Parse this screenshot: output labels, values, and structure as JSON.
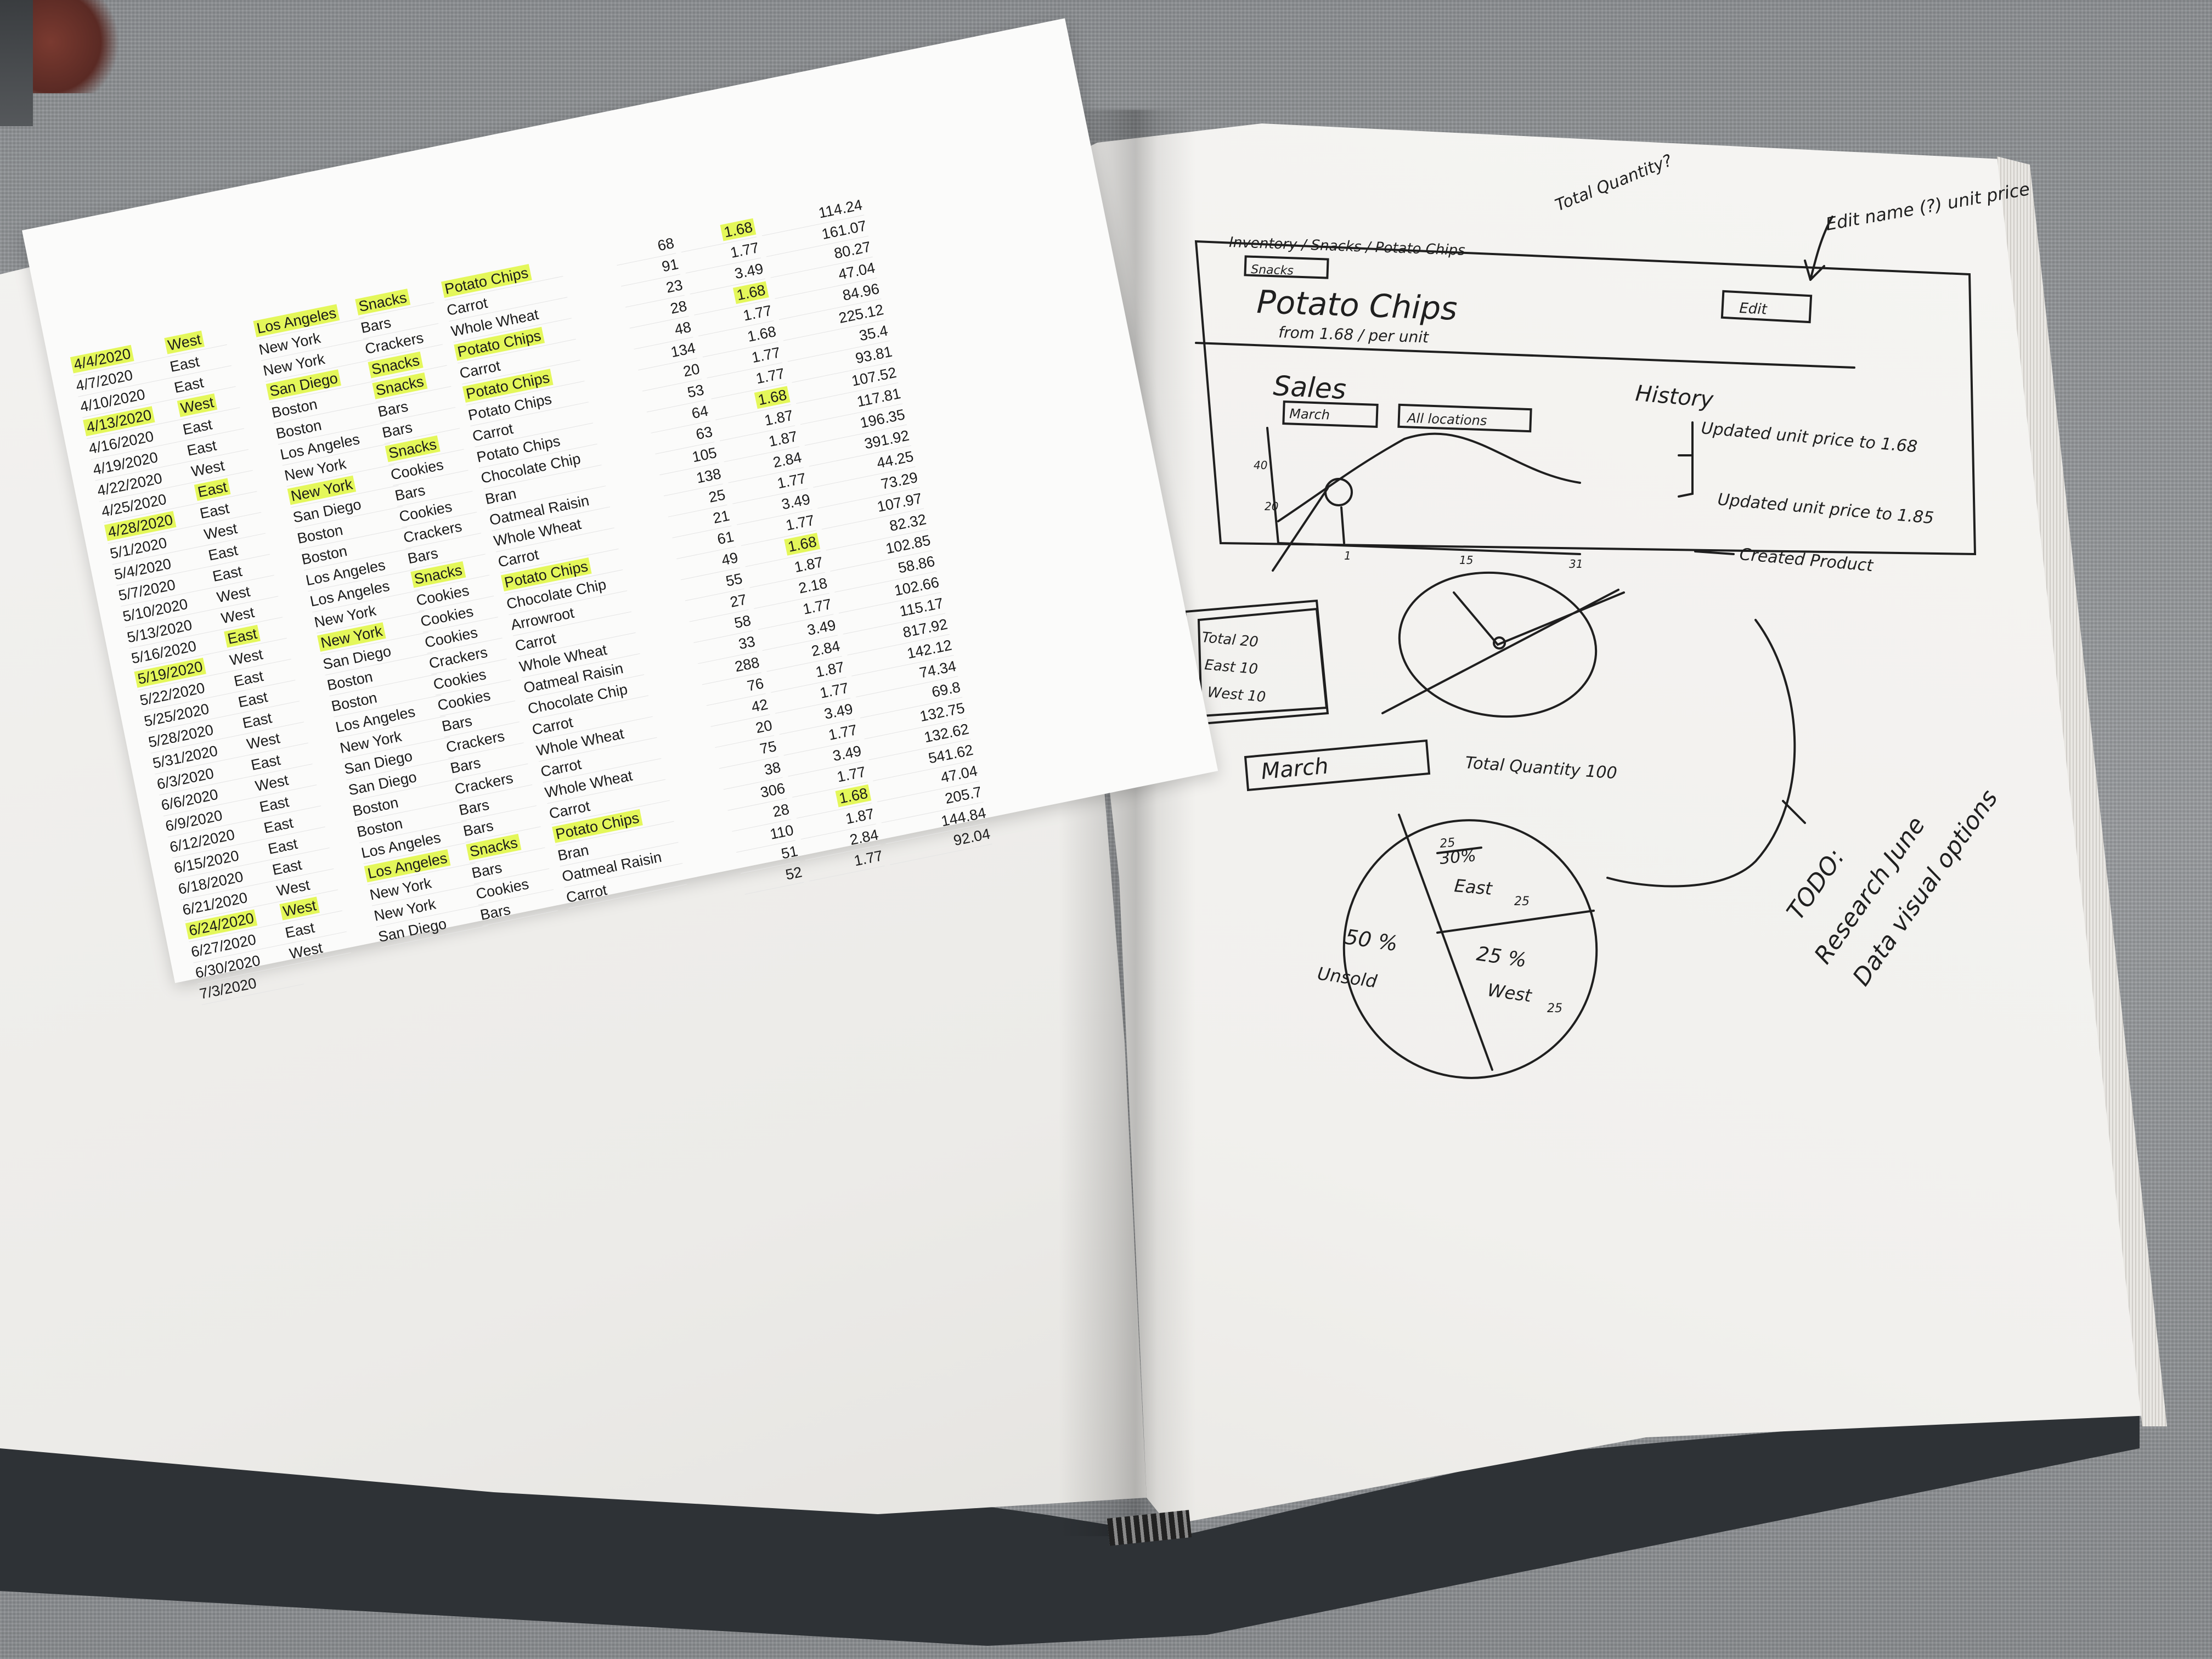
{
  "printout": {
    "dates": [
      {
        "t": "4/4/2020",
        "hl": true
      },
      {
        "t": "4/7/2020",
        "hl": false
      },
      {
        "t": "4/10/2020",
        "hl": false
      },
      {
        "t": "4/13/2020",
        "hl": true
      },
      {
        "t": "4/16/2020",
        "hl": false
      },
      {
        "t": "4/19/2020",
        "hl": false
      },
      {
        "t": "4/22/2020",
        "hl": false
      },
      {
        "t": "4/25/2020",
        "hl": false
      },
      {
        "t": "4/28/2020",
        "hl": true
      },
      {
        "t": "5/1/2020",
        "hl": false
      },
      {
        "t": "5/4/2020",
        "hl": false
      },
      {
        "t": "5/7/2020",
        "hl": false
      },
      {
        "t": "5/10/2020",
        "hl": false
      },
      {
        "t": "5/13/2020",
        "hl": false
      },
      {
        "t": "5/16/2020",
        "hl": false
      },
      {
        "t": "5/19/2020",
        "hl": true
      },
      {
        "t": "5/22/2020",
        "hl": false
      },
      {
        "t": "5/25/2020",
        "hl": false
      },
      {
        "t": "5/28/2020",
        "hl": false
      },
      {
        "t": "5/31/2020",
        "hl": false
      },
      {
        "t": "6/3/2020",
        "hl": false
      },
      {
        "t": "6/6/2020",
        "hl": false
      },
      {
        "t": "6/9/2020",
        "hl": false
      },
      {
        "t": "6/12/2020",
        "hl": false
      },
      {
        "t": "6/15/2020",
        "hl": false
      },
      {
        "t": "6/18/2020",
        "hl": false
      },
      {
        "t": "6/21/2020",
        "hl": false
      },
      {
        "t": "6/24/2020",
        "hl": true
      },
      {
        "t": "6/27/2020",
        "hl": false
      },
      {
        "t": "6/30/2020",
        "hl": false
      },
      {
        "t": "7/3/2020",
        "hl": false
      }
    ],
    "regions": [
      {
        "t": "West",
        "hl": true
      },
      {
        "t": "East",
        "hl": false
      },
      {
        "t": "East",
        "hl": false
      },
      {
        "t": "West",
        "hl": true
      },
      {
        "t": "East",
        "hl": false
      },
      {
        "t": "East",
        "hl": false
      },
      {
        "t": "West",
        "hl": false
      },
      {
        "t": "East",
        "hl": true
      },
      {
        "t": "East",
        "hl": false
      },
      {
        "t": "West",
        "hl": false
      },
      {
        "t": "East",
        "hl": false
      },
      {
        "t": "East",
        "hl": false
      },
      {
        "t": "West",
        "hl": false
      },
      {
        "t": "West",
        "hl": false
      },
      {
        "t": "East",
        "hl": true
      },
      {
        "t": "West",
        "hl": false
      },
      {
        "t": "East",
        "hl": false
      },
      {
        "t": "East",
        "hl": false
      },
      {
        "t": "East",
        "hl": false
      },
      {
        "t": "West",
        "hl": false
      },
      {
        "t": "East",
        "hl": false
      },
      {
        "t": "West",
        "hl": false
      },
      {
        "t": "East",
        "hl": false
      },
      {
        "t": "East",
        "hl": false
      },
      {
        "t": "East",
        "hl": false
      },
      {
        "t": "East",
        "hl": false
      },
      {
        "t": "West",
        "hl": false
      },
      {
        "t": "West",
        "hl": true
      },
      {
        "t": "East",
        "hl": false
      },
      {
        "t": "West",
        "hl": false
      }
    ],
    "cities": [
      {
        "t": "Los Angeles",
        "hl": true
      },
      {
        "t": "New York",
        "hl": false
      },
      {
        "t": "New York",
        "hl": false
      },
      {
        "t": "San Diego",
        "hl": true
      },
      {
        "t": "Boston",
        "hl": false
      },
      {
        "t": "Boston",
        "hl": false
      },
      {
        "t": "Los Angeles",
        "hl": false
      },
      {
        "t": "New York",
        "hl": false
      },
      {
        "t": "New York",
        "hl": true
      },
      {
        "t": "San Diego",
        "hl": false
      },
      {
        "t": "Boston",
        "hl": false
      },
      {
        "t": "Boston",
        "hl": false
      },
      {
        "t": "Los Angeles",
        "hl": false
      },
      {
        "t": "Los Angeles",
        "hl": false
      },
      {
        "t": "New York",
        "hl": false
      },
      {
        "t": "New York",
        "hl": true
      },
      {
        "t": "San Diego",
        "hl": false
      },
      {
        "t": "Boston",
        "hl": false
      },
      {
        "t": "Boston",
        "hl": false
      },
      {
        "t": "Los Angeles",
        "hl": false
      },
      {
        "t": "New York",
        "hl": false
      },
      {
        "t": "San Diego",
        "hl": false
      },
      {
        "t": "San Diego",
        "hl": false
      },
      {
        "t": "Boston",
        "hl": false
      },
      {
        "t": "Boston",
        "hl": false
      },
      {
        "t": "Los Angeles",
        "hl": false
      },
      {
        "t": "Los Angeles",
        "hl": true
      },
      {
        "t": "New York",
        "hl": false
      },
      {
        "t": "New York",
        "hl": false
      },
      {
        "t": "San Diego",
        "hl": false
      }
    ],
    "categories": [
      {
        "t": "Snacks",
        "hl": true
      },
      {
        "t": "Bars",
        "hl": false
      },
      {
        "t": "Crackers",
        "hl": false
      },
      {
        "t": "Snacks",
        "hl": true
      },
      {
        "t": "Snacks",
        "hl": true
      },
      {
        "t": "Bars",
        "hl": false
      },
      {
        "t": "Bars",
        "hl": false
      },
      {
        "t": "Snacks",
        "hl": true
      },
      {
        "t": "Cookies",
        "hl": false
      },
      {
        "t": "Bars",
        "hl": false
      },
      {
        "t": "Cookies",
        "hl": false
      },
      {
        "t": "Crackers",
        "hl": false
      },
      {
        "t": "Bars",
        "hl": false
      },
      {
        "t": "Snacks",
        "hl": true
      },
      {
        "t": "Cookies",
        "hl": false
      },
      {
        "t": "Cookies",
        "hl": false
      },
      {
        "t": "Cookies",
        "hl": false
      },
      {
        "t": "Crackers",
        "hl": false
      },
      {
        "t": "Cookies",
        "hl": false
      },
      {
        "t": "Cookies",
        "hl": false
      },
      {
        "t": "Bars",
        "hl": false
      },
      {
        "t": "Crackers",
        "hl": false
      },
      {
        "t": "Bars",
        "hl": false
      },
      {
        "t": "Crackers",
        "hl": false
      },
      {
        "t": "Bars",
        "hl": false
      },
      {
        "t": "Bars",
        "hl": false
      },
      {
        "t": "Snacks",
        "hl": true
      },
      {
        "t": "Bars",
        "hl": false
      },
      {
        "t": "Cookies",
        "hl": false
      },
      {
        "t": "Bars",
        "hl": false
      }
    ],
    "products": [
      {
        "t": "Potato Chips",
        "hl": true
      },
      {
        "t": "Carrot",
        "hl": false
      },
      {
        "t": "Whole Wheat",
        "hl": false
      },
      {
        "t": "Potato Chips",
        "hl": true
      },
      {
        "t": "Carrot",
        "hl": false
      },
      {
        "t": "Potato Chips",
        "hl": true
      },
      {
        "t": "Potato Chips",
        "hl": false
      },
      {
        "t": "Carrot",
        "hl": false
      },
      {
        "t": "Potato Chips",
        "hl": false
      },
      {
        "t": "Chocolate Chip",
        "hl": false
      },
      {
        "t": "Bran",
        "hl": false
      },
      {
        "t": "Oatmeal Raisin",
        "hl": false
      },
      {
        "t": "Whole Wheat",
        "hl": false
      },
      {
        "t": "Carrot",
        "hl": false
      },
      {
        "t": "Potato Chips",
        "hl": true
      },
      {
        "t": "Chocolate Chip",
        "hl": false
      },
      {
        "t": "Arrowroot",
        "hl": false
      },
      {
        "t": "Carrot",
        "hl": false
      },
      {
        "t": "Whole Wheat",
        "hl": false
      },
      {
        "t": "Oatmeal Raisin",
        "hl": false
      },
      {
        "t": "Chocolate Chip",
        "hl": false
      },
      {
        "t": "Carrot",
        "hl": false
      },
      {
        "t": "Whole Wheat",
        "hl": false
      },
      {
        "t": "Carrot",
        "hl": false
      },
      {
        "t": "Whole Wheat",
        "hl": false
      },
      {
        "t": "Carrot",
        "hl": false
      },
      {
        "t": "Potato Chips",
        "hl": true
      },
      {
        "t": "Bran",
        "hl": false
      },
      {
        "t": "Oatmeal Raisin",
        "hl": false
      },
      {
        "t": "Carrot",
        "hl": false
      }
    ],
    "quantities": [
      "68",
      "91",
      "23",
      "28",
      "48",
      "134",
      "20",
      "53",
      "64",
      "63",
      "105",
      "138",
      "25",
      "21",
      "61",
      "49",
      "55",
      "27",
      "58",
      "33",
      "288",
      "76",
      "42",
      "20",
      "75",
      "38",
      "306",
      "28",
      "110",
      "51",
      "52"
    ],
    "unit_prices": [
      {
        "t": "1.68",
        "hl": true
      },
      {
        "t": "1.77",
        "hl": false
      },
      {
        "t": "3.49",
        "hl": false
      },
      {
        "t": "1.68",
        "hl": true
      },
      {
        "t": "1.77",
        "hl": false
      },
      {
        "t": "1.68",
        "hl": false
      },
      {
        "t": "1.77",
        "hl": false
      },
      {
        "t": "1.77",
        "hl": false
      },
      {
        "t": "1.68",
        "hl": true
      },
      {
        "t": "1.87",
        "hl": false
      },
      {
        "t": "1.87",
        "hl": false
      },
      {
        "t": "2.84",
        "hl": false
      },
      {
        "t": "1.77",
        "hl": false
      },
      {
        "t": "3.49",
        "hl": false
      },
      {
        "t": "1.77",
        "hl": false
      },
      {
        "t": "1.68",
        "hl": true
      },
      {
        "t": "1.87",
        "hl": false
      },
      {
        "t": "2.18",
        "hl": false
      },
      {
        "t": "1.77",
        "hl": false
      },
      {
        "t": "3.49",
        "hl": false
      },
      {
        "t": "2.84",
        "hl": false
      },
      {
        "t": "1.87",
        "hl": false
      },
      {
        "t": "1.77",
        "hl": false
      },
      {
        "t": "3.49",
        "hl": false
      },
      {
        "t": "1.77",
        "hl": false
      },
      {
        "t": "3.49",
        "hl": false
      },
      {
        "t": "1.77",
        "hl": false
      },
      {
        "t": "1.68",
        "hl": true
      },
      {
        "t": "1.87",
        "hl": false
      },
      {
        "t": "2.84",
        "hl": false
      },
      {
        "t": "1.77",
        "hl": false
      }
    ],
    "totals": [
      "114.24",
      "161.07",
      "80.27",
      "47.04",
      "84.96",
      "225.12",
      "35.4",
      "93.81",
      "107.52",
      "117.81",
      "196.35",
      "391.92",
      "44.25",
      "73.29",
      "107.97",
      "82.32",
      "102.85",
      "58.86",
      "102.66",
      "115.17",
      "817.92",
      "142.12",
      "74.34",
      "69.8",
      "132.75",
      "132.62",
      "541.62",
      "47.04",
      "205.7",
      "144.84",
      "92.04"
    ]
  },
  "sketch": {
    "note_top": "Total Quantity?",
    "breadcrumb": "Inventory / Snacks / Potato Chips",
    "tag": "Snacks",
    "title": "Potato Chips",
    "subtitle": "from 1.68 / per unit",
    "edit_button": "Edit",
    "edit_note": "Edit name (?) unit price",
    "sales_heading": "Sales",
    "month_dropdown": "March",
    "location_dropdown": "All locations",
    "y_ticks": [
      "40",
      "20"
    ],
    "x_ticks": [
      "1",
      "15",
      "31"
    ],
    "history_heading": "History",
    "history_items": [
      "Updated unit price to 1.68",
      "Updated unit price to 1.85",
      "Created Product"
    ],
    "tooltip_lines": [
      "Total 20",
      "East 10",
      "West 10"
    ],
    "month_field": "March",
    "total_quantity": "Total Quantity 100",
    "pie_left": "50 %",
    "pie_left_label": "Unsold",
    "pie_top_right_old": "30%",
    "pie_top_right_new": "25",
    "pie_top_right_label": "East",
    "pie_top_right_value": "25",
    "pie_bottom_right": "25 %",
    "pie_bottom_right_label": "West",
    "pie_bottom_right_value": "25",
    "todo": [
      "TODO:",
      "Research June",
      "Data visual options"
    ]
  },
  "colors": {
    "highlight": "#e4f75a",
    "ink": "#1f1f1f",
    "fabric": "#8d9093",
    "paper": "#f4f3f1"
  }
}
